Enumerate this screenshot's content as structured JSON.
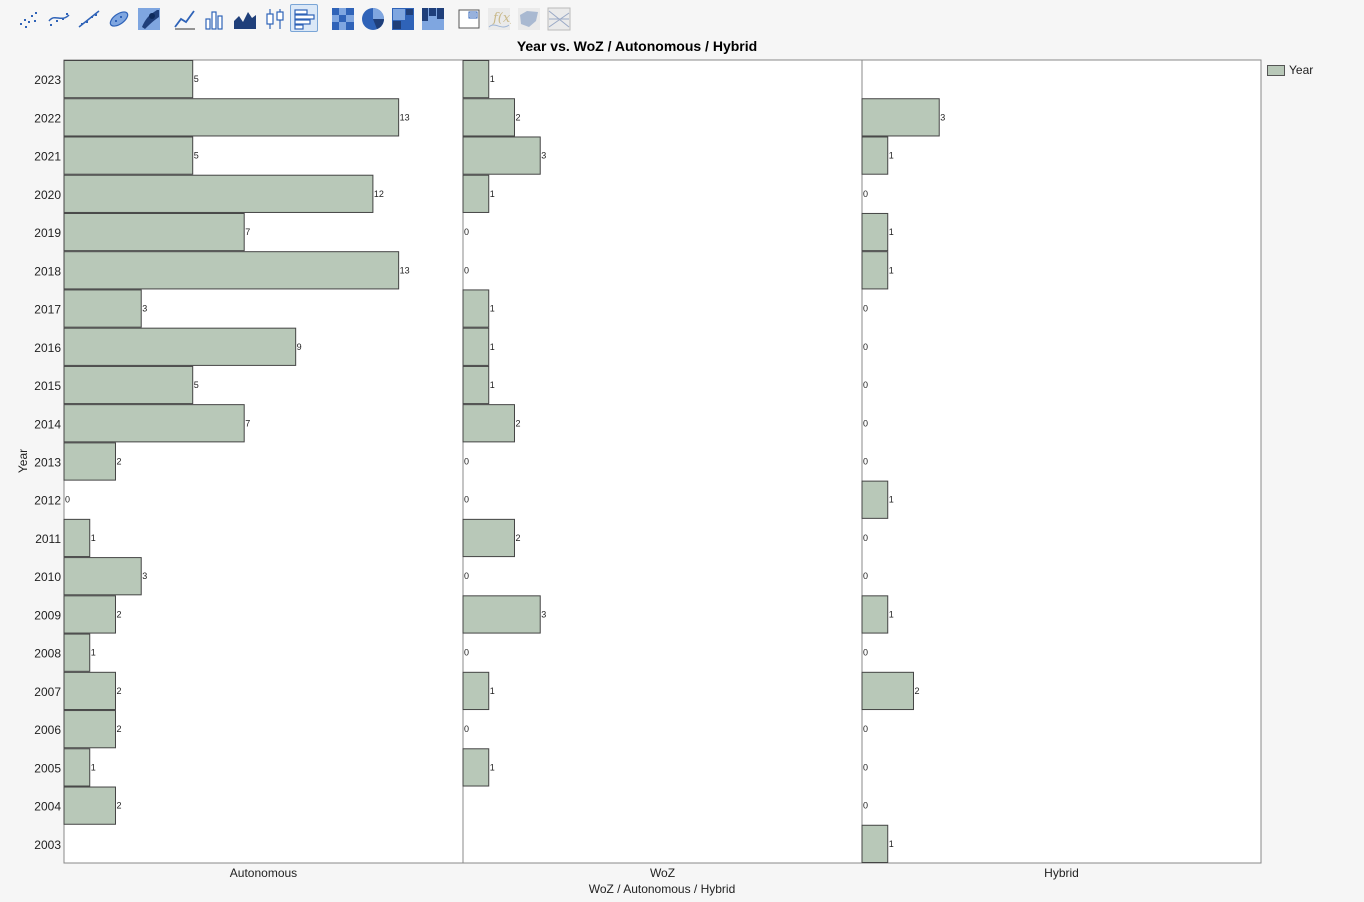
{
  "toolbar": {
    "buttons": [
      {
        "icon": "points-icon",
        "active": false
      },
      {
        "icon": "contour-icon",
        "active": false
      },
      {
        "icon": "line-of-fit-icon",
        "active": false
      },
      {
        "icon": "ellipse-icon",
        "active": false
      },
      {
        "icon": "density-icon",
        "active": false
      },
      {
        "icon": "line-chart-icon",
        "active": false
      },
      {
        "icon": "bar-chart-icon",
        "active": false
      },
      {
        "icon": "area-chart-icon",
        "active": false
      },
      {
        "icon": "box-plot-icon",
        "active": false
      },
      {
        "icon": "histogram-icon",
        "active": true
      },
      {
        "icon": "heatmap-icon",
        "active": false
      },
      {
        "icon": "pie-chart-icon",
        "active": false
      },
      {
        "icon": "treemap-icon",
        "active": false
      },
      {
        "icon": "mosaic-icon",
        "active": false
      },
      {
        "icon": "caption-box-icon",
        "active": false
      },
      {
        "icon": "formula-icon",
        "active": false
      },
      {
        "icon": "map-shapes-icon",
        "active": false
      },
      {
        "icon": "parallel-plot-icon",
        "active": false
      }
    ]
  },
  "colors": {
    "bar_fill": "#b8c8b8",
    "bar_stroke": "#444444",
    "panel_border": "#888888"
  },
  "chart_data": {
    "type": "bar",
    "orientation": "horizontal",
    "title": "Year vs. WoZ / Autonomous / Hybrid",
    "xlabel": "WoZ / Autonomous / Hybrid",
    "ylabel": "Year",
    "legend": {
      "position": "top-right",
      "entries": [
        "Year"
      ]
    },
    "grid": false,
    "categories": [
      "2023",
      "2022",
      "2021",
      "2020",
      "2019",
      "2018",
      "2017",
      "2016",
      "2015",
      "2014",
      "2013",
      "2012",
      "2011",
      "2010",
      "2009",
      "2008",
      "2007",
      "2006",
      "2005",
      "2004",
      "2003"
    ],
    "xlim": [
      0,
      15.5
    ],
    "series": [
      {
        "name": "Autonomous",
        "values": [
          5,
          13,
          5,
          12,
          7,
          13,
          3,
          9,
          5,
          7,
          2,
          0,
          1,
          3,
          2,
          1,
          2,
          2,
          1,
          2,
          null
        ]
      },
      {
        "name": "WoZ",
        "values": [
          1,
          2,
          3,
          1,
          0,
          0,
          1,
          1,
          1,
          2,
          0,
          0,
          2,
          0,
          3,
          0,
          1,
          0,
          1,
          null,
          null
        ]
      },
      {
        "name": "Hybrid",
        "values": [
          null,
          3,
          1,
          0,
          1,
          1,
          0,
          0,
          0,
          0,
          0,
          1,
          0,
          0,
          1,
          0,
          2,
          0,
          0,
          0,
          1
        ]
      }
    ]
  }
}
